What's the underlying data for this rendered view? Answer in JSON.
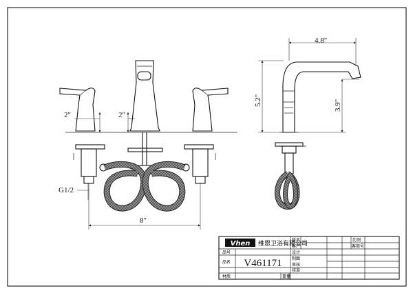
{
  "dimensions": {
    "spout_reach": "4.8\"",
    "overall_height": "5.2\"",
    "spout_height": "3.9\"",
    "handle_height": "2\"",
    "spout_base_height": "2\"",
    "thread": "G1/2",
    "spread": "8\""
  },
  "title_block": {
    "brand": "Vhen",
    "company": "维恩卫浴有限公司",
    "labels": {
      "item_no": "品号",
      "name": "品名",
      "material": "材质",
      "version": "版本",
      "customer": "客户",
      "design": "设计",
      "drafting": "制图",
      "check": "审核",
      "approve": "核准",
      "ratio": "比例",
      "customer_no": "客商号",
      "weight": "重量"
    },
    "model": "V461171"
  },
  "colors": {
    "line": "#111111",
    "hose_fill": "#8a8a8a"
  }
}
